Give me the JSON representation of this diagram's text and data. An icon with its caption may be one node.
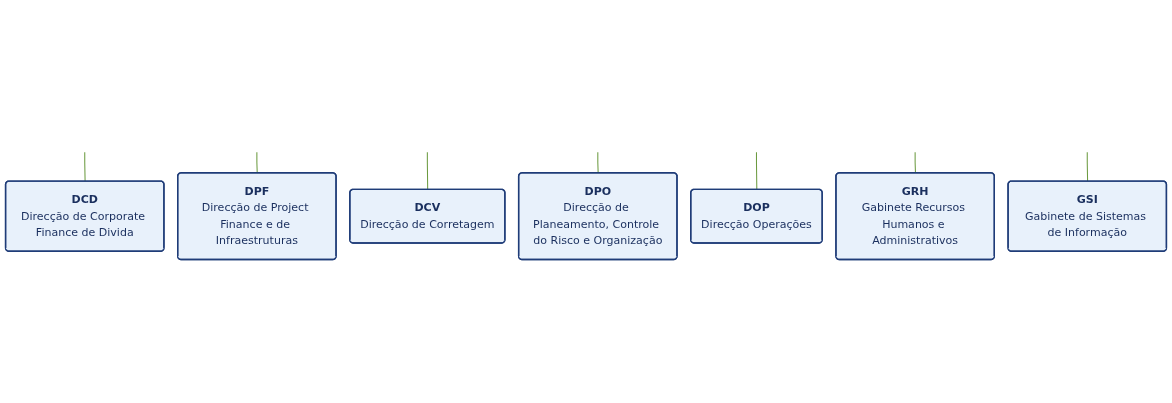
{
  "diagram": {
    "nodes": [
      {
        "text": [
          "DCD",
          "Direcção de Corporate Finance de Divida"
        ]
      },
      {
        "text": [
          "DPF",
          "Direcção de Project Finance e de Infraestruturas"
        ]
      },
      {
        "text": [
          "DCV",
          "Direcção de Corretagem"
        ]
      },
      {
        "text": [
          "DPO",
          "Direcção de Planeamento, Controle do Risco e Organização"
        ]
      },
      {
        "text": [
          "DOP",
          "Direcção Operações"
        ]
      },
      {
        "text": [
          "GRH",
          "Gabinete Recursos Humanos e Administrativos"
        ]
      },
      {
        "text": [
          "GSI",
          "Gabinete de Sistemas de Informação"
        ]
      }
    ],
    "edges": [
      {
        "from": null,
        "to": 0,
        "arrow": "none"
      },
      {
        "from": null,
        "to": 1,
        "arrow": "none"
      },
      {
        "from": null,
        "to": 2,
        "arrow": "none"
      },
      {
        "from": null,
        "to": 3,
        "arrow": "none"
      },
      {
        "from": null,
        "to": 4,
        "arrow": "none"
      },
      {
        "from": null,
        "to": 5,
        "arrow": "none"
      },
      {
        "from": null,
        "to": 6,
        "arrow": "none"
      }
    ]
  }
}
